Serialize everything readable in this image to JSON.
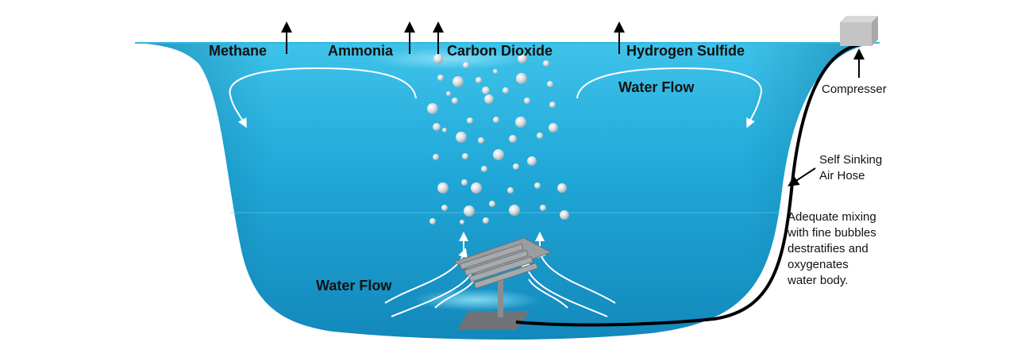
{
  "gases": [
    {
      "id": "methane",
      "label": "Methane"
    },
    {
      "id": "ammonia",
      "label": "Ammonia"
    },
    {
      "id": "carbon_dioxide",
      "label": "Carbon Dioxide"
    },
    {
      "id": "hydrogen_sulfide",
      "label": "Hydrogen Sulfide"
    }
  ],
  "flow_labels": {
    "top": "Water Flow",
    "bottom": "Water Flow"
  },
  "equipment": {
    "compressor": "Compresser",
    "air_hose": [
      "Self Sinking",
      "Air Hose"
    ]
  },
  "note": [
    "Adequate mixing",
    "with fine bubbles",
    "destratifies and",
    "oxygenates",
    "water body."
  ],
  "colors": {
    "water_light": "#44c6ea",
    "water_mid": "#1aa3d4",
    "water_dark": "#0e7aa6",
    "bubble": "#dfe6ea",
    "diffuser": "#7d8083",
    "hose": "#000000",
    "compressor": "#c6c6c6",
    "arrow": "#000000",
    "flow_arrow": "#ffffff"
  }
}
